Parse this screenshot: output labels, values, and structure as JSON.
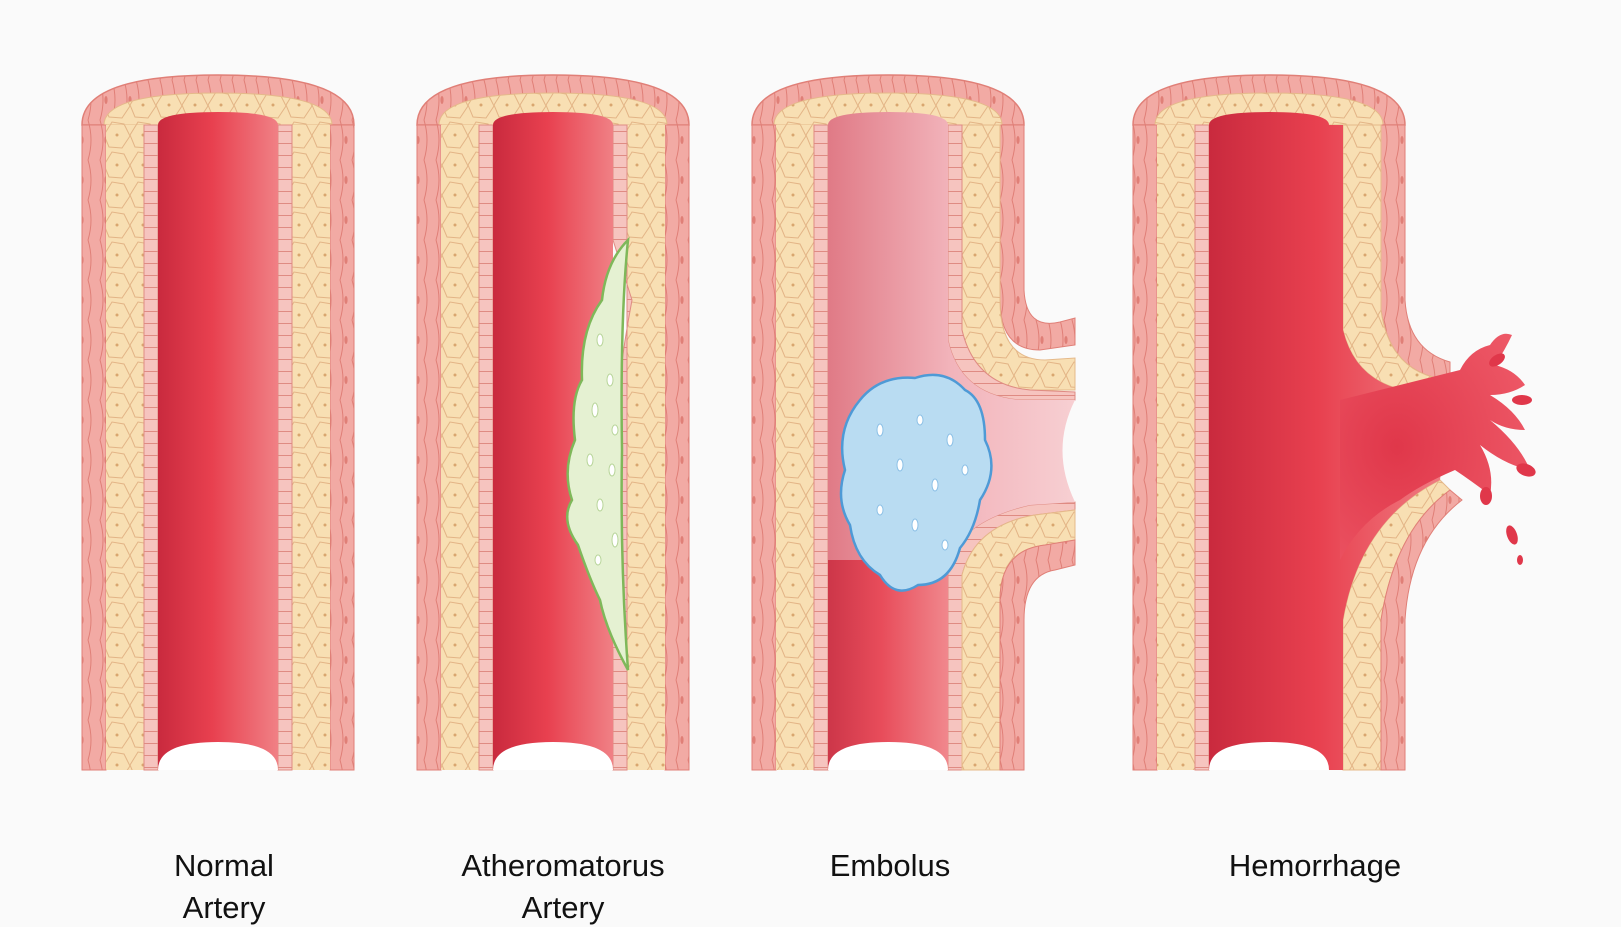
{
  "panels": [
    {
      "id": "normal",
      "label_lines": [
        "Normal",
        "Artery"
      ]
    },
    {
      "id": "atheromatous",
      "label_lines": [
        "Atheromatorus",
        "Artery"
      ]
    },
    {
      "id": "embolus",
      "label_lines": [
        "Embolus"
      ]
    },
    {
      "id": "hemorrhage",
      "label_lines": [
        "Hemorrhage"
      ]
    }
  ],
  "colors": {
    "outer_wall": "#f2aaa4",
    "outer_wall_line": "#e07f77",
    "middle_layer": "#f8dfb3",
    "middle_layer_line": "#e5b98a",
    "lumen": "#e33e4f",
    "plaque": "#e3f0d0",
    "plaque_edge": "#7fb85a",
    "embolus": "#b9dcf2",
    "embolus_edge": "#4e9ad6",
    "blood": "#e0374a"
  }
}
